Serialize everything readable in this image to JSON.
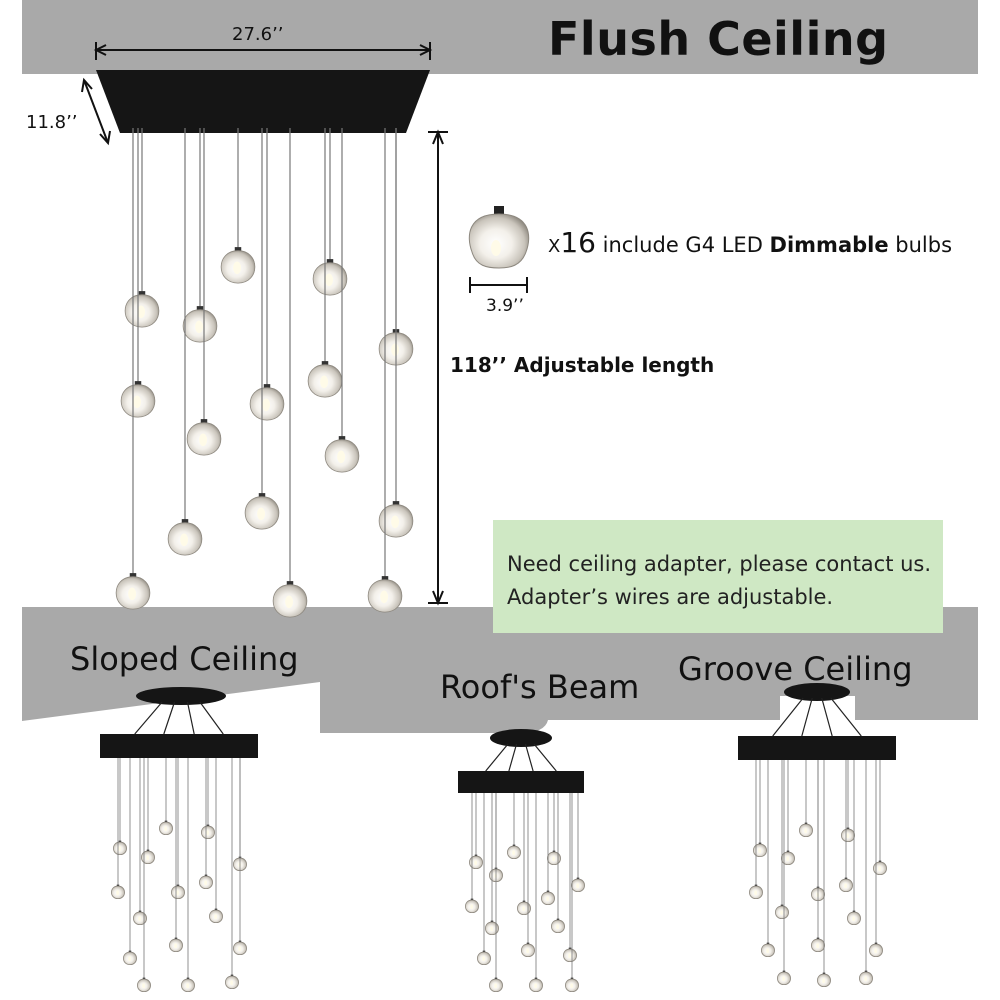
{
  "title": "Flush Ceiling",
  "dimensions": {
    "width": "27.6’’",
    "depth": "11.8’’",
    "bulb_diameter": "3.9’’",
    "length": "118’’ Adjustable length"
  },
  "bulbs": {
    "x": "X",
    "count": "16",
    "pre": " include G4 LED ",
    "bold": "Dimmable",
    "post": " bulbs"
  },
  "note": {
    "line1": "Need ceiling adapter, please contact us.",
    "line2": "Adapter’s wires are adjustable."
  },
  "ceiling_types": {
    "sloped": "Sloped Ceiling",
    "beam": "Roof's Beam",
    "groove": "Groove Ceiling"
  },
  "colors": {
    "ceiling_gray": "#a9a9a9",
    "canopy_black": "#111111",
    "note_green": "#cfe8c4",
    "wire": "#777777"
  }
}
